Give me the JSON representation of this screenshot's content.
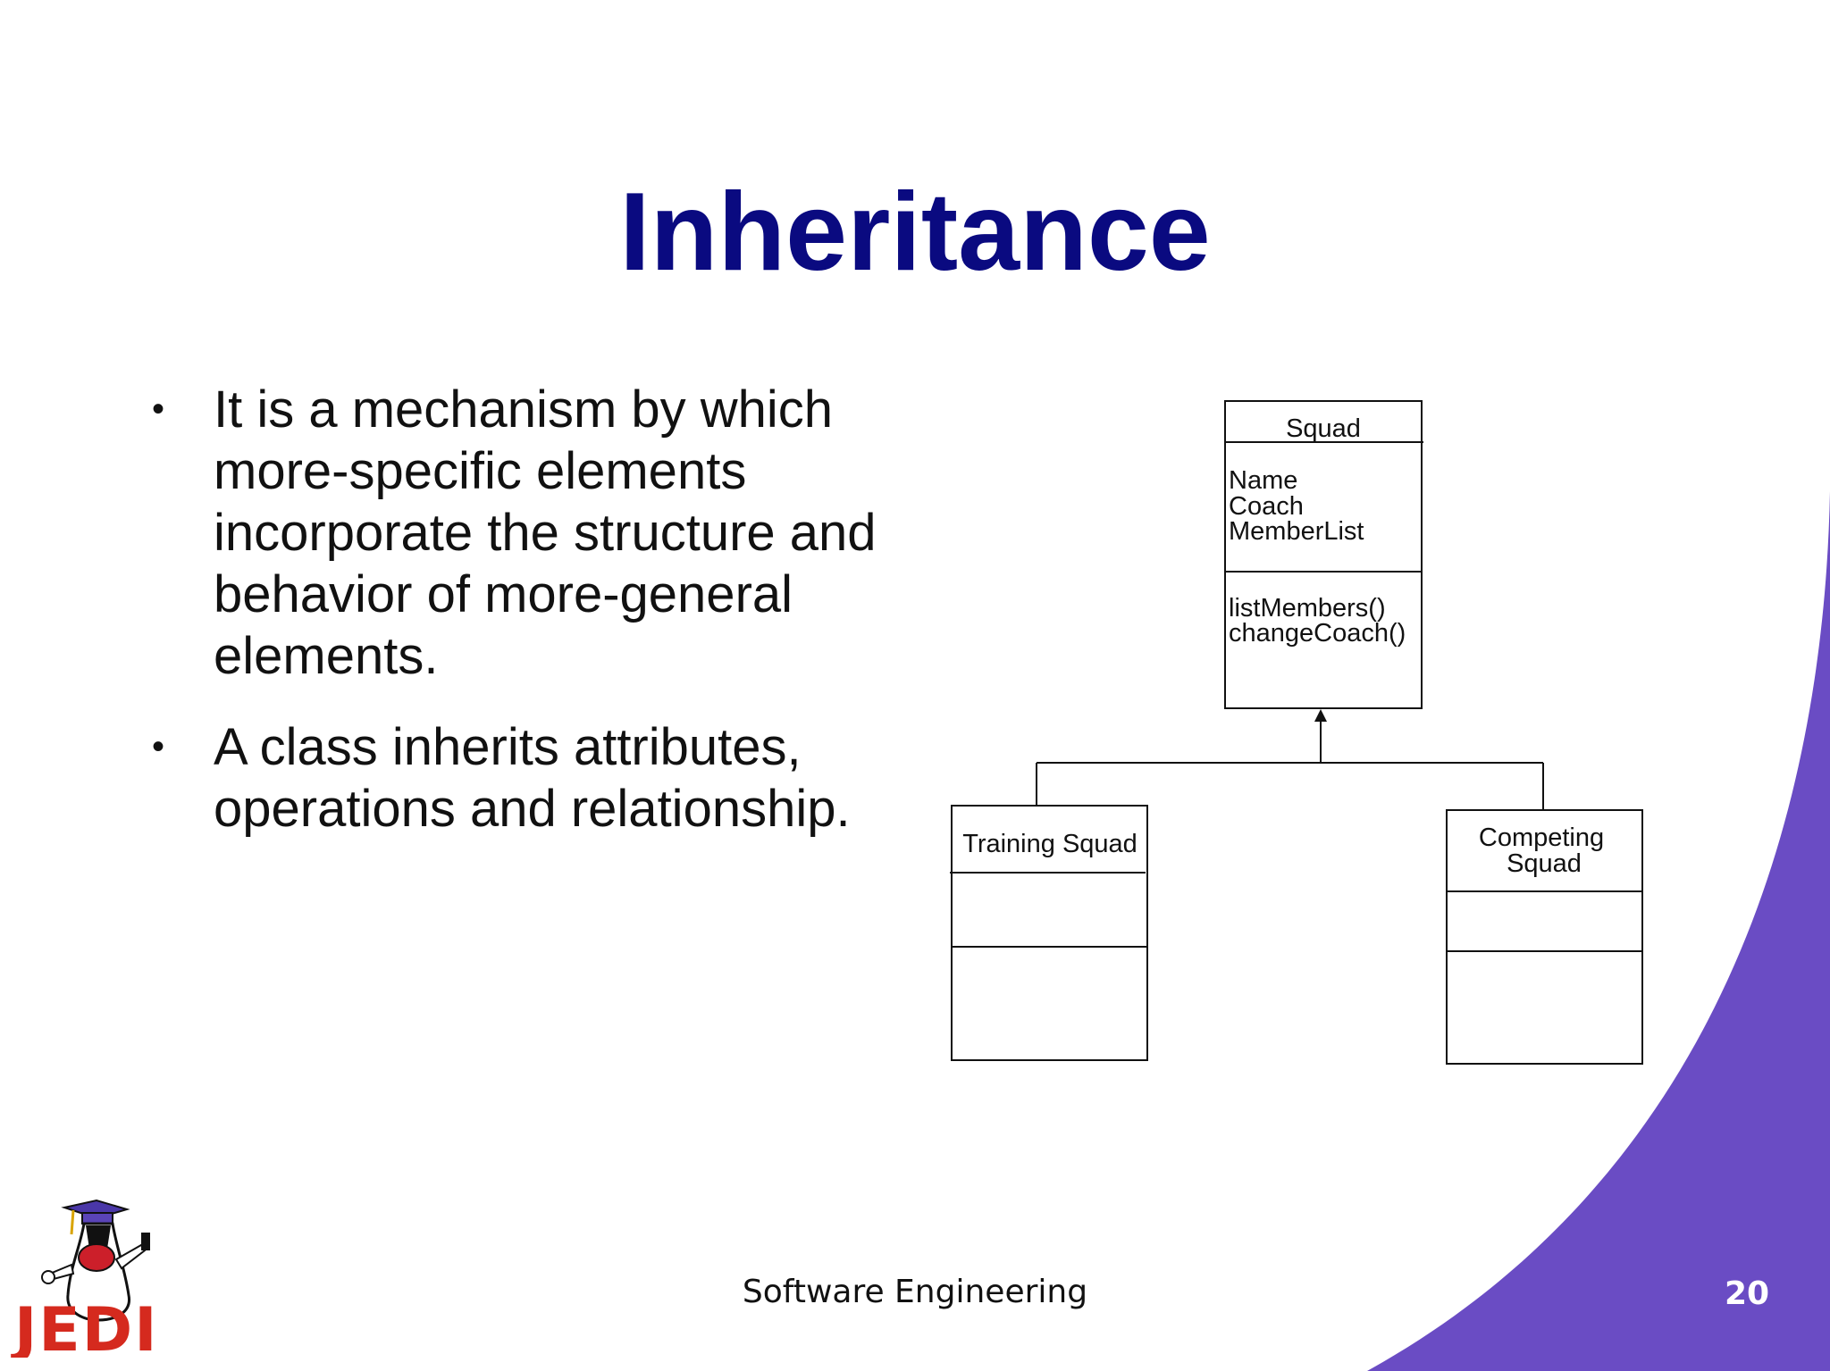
{
  "slide": {
    "title": "Inheritance",
    "bullets": [
      "It is a mechanism by which more-specific elements incorporate the structure and behavior of more-general elements.",
      "A class inherits attributes, operations and relationship."
    ],
    "bullet_glyph": "•",
    "footer_text": "Software Engineering",
    "page_number": "20",
    "logo_text": "JEDI",
    "accent_color": "#6a4cc4",
    "title_color": "#0a0a80"
  },
  "diagram": {
    "parent": {
      "name": "Squad",
      "attributes": [
        "Name",
        "Coach",
        "MemberList"
      ],
      "operations": [
        "listMembers()",
        "changeCoach()"
      ]
    },
    "children": [
      {
        "name_lines": [
          "Training Squad"
        ]
      },
      {
        "name_lines": [
          "Competing",
          "Squad"
        ]
      }
    ]
  }
}
